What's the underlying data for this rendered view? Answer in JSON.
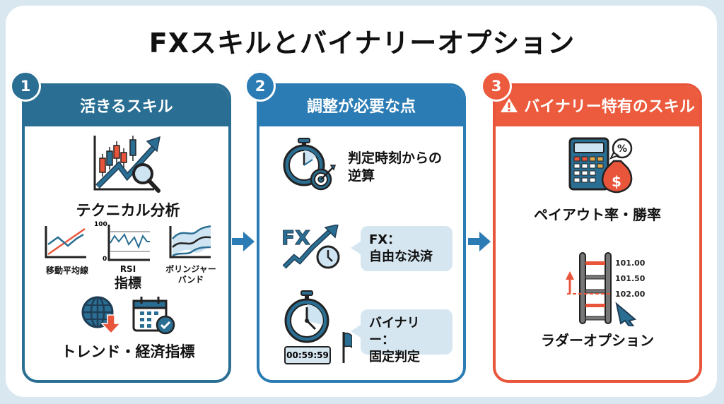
{
  "title": "FXスキルとバイナリーオプション",
  "colors": {
    "card1": "#2a6f93",
    "card2": "#2b7cb4",
    "card3": "#ec5b3d",
    "bubble": "#d6e6f0",
    "background": "#d9e7f0"
  },
  "cards": [
    {
      "number": "1",
      "header": "活きるスキル",
      "items": {
        "technical": "テクニカル分析",
        "moving_average": "移動平均線",
        "rsi": "RSI",
        "rsi_axis_top": "100",
        "rsi_axis_bottom": "0",
        "bollinger_line1": "ボリンジャー",
        "bollinger_line2": "バンド",
        "indicators": "指標",
        "trend": "トレンド・経済指標"
      }
    },
    {
      "number": "2",
      "header": "調整が必要な点",
      "items": {
        "backcalc_line1": "判定時刻からの",
        "backcalc_line2": "逆算",
        "fx_icon_text": "FX",
        "fx_line1": "FX：",
        "fx_line2": "自由な決済",
        "timer": "00:59:59",
        "binary_line1": "バイナリー：",
        "binary_line2": "固定判定"
      }
    },
    {
      "number": "3",
      "header": "バイナリー特有のスキル",
      "header_icon": "warning-icon",
      "items": {
        "payout": "ペイアウト率・勝率",
        "percent": "%",
        "dollar": "$",
        "ladder_levels": [
          "101.00",
          "101.50",
          "102.00"
        ],
        "ladder": "ラダーオプション"
      }
    }
  ]
}
